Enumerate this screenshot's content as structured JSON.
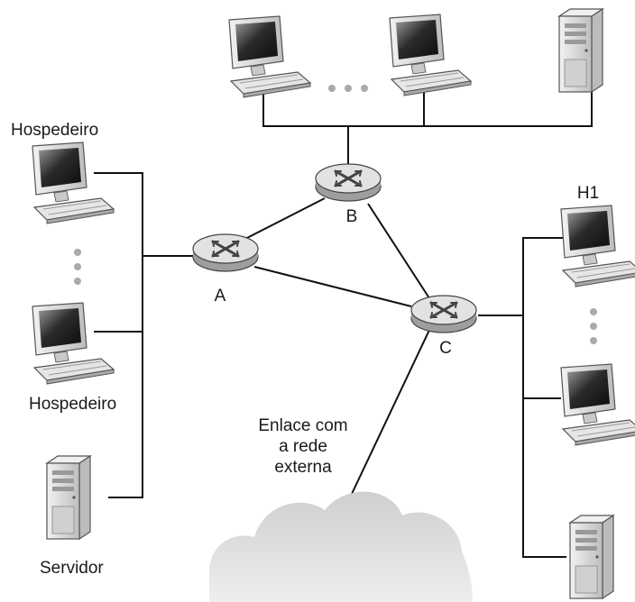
{
  "labels": {
    "host_top": "Hospedeiro",
    "host_bottom": "Hospedeiro",
    "server": "Servidor",
    "router_a": "A",
    "router_b": "B",
    "router_c": "C",
    "h1": "H1",
    "external_link_line1": "Enlace com",
    "external_link_line2": "a rede",
    "external_link_line3": "externa"
  },
  "icons": {
    "router": "router-icon",
    "computer": "computer-icon",
    "server": "server-icon",
    "cloud": "cloud-icon",
    "ellipsis": "ellipsis-icon"
  },
  "colors": {
    "line": "#111111",
    "router_fill": "#d9d9d9",
    "cloud_fill": "#d6d6d6",
    "screen": "#2a2a2a"
  }
}
